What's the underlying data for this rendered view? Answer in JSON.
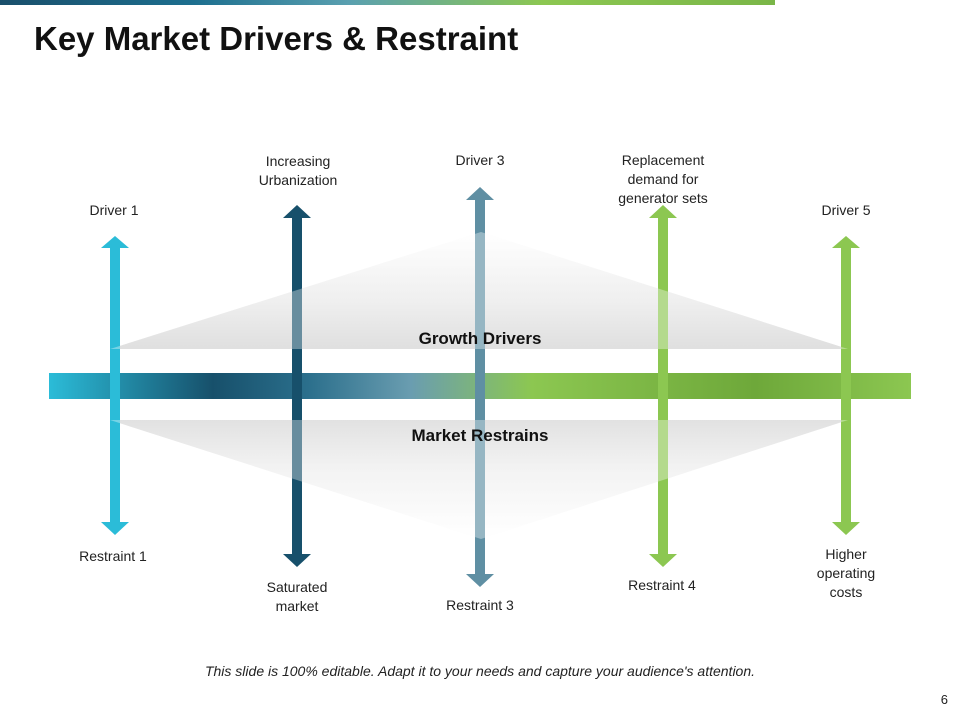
{
  "title": "Key Market Drivers & Restraint",
  "center": {
    "growth_label": "Growth Drivers",
    "restraint_label": "Market Restrains"
  },
  "drivers": [
    {
      "top": "Driver 1",
      "bottom": "Restraint 1",
      "color": "#2bbcd8"
    },
    {
      "top": "Increasing\nUrbanization",
      "bottom": "Saturated\nmarket",
      "color": "#17506b"
    },
    {
      "top": "Driver 3",
      "bottom": "Restraint 3",
      "color": "#5f8fa3"
    },
    {
      "top": "Replacement\ndemand for\ngenerator sets",
      "bottom": "Restraint 4",
      "color": "#8cc751"
    },
    {
      "top": "Driver 5",
      "bottom": "Higher\noperating\ncosts",
      "color": "#8cc751"
    }
  ],
  "footer": "This slide is 100% editable. Adapt it to your needs and capture your audience's attention.",
  "page_number": "6"
}
